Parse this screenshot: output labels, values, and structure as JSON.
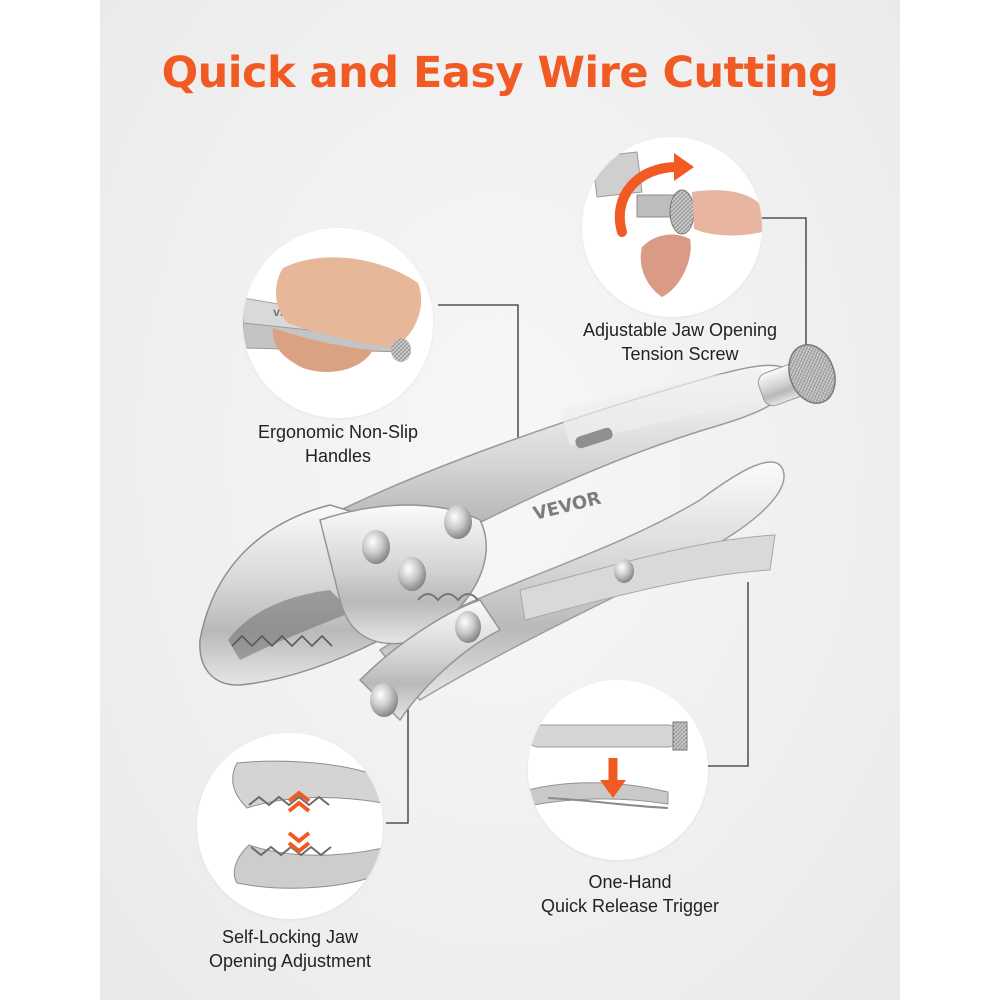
{
  "headline": "Quick and Easy Wire Cutting",
  "brand_mark": "VEVOR",
  "features": {
    "ergonomic_handles": {
      "line1": "Ergonomic Non-Slip",
      "line2": "Handles"
    },
    "tension_screw": {
      "line1": "Adjustable Jaw Opening",
      "line2": "Tension Screw"
    },
    "self_locking_jaw": {
      "line1": "Self-Locking Jaw",
      "line2": "Opening Adjustment"
    },
    "quick_release": {
      "line1": "One-Hand",
      "line2": "Quick Release Trigger"
    }
  },
  "colors": {
    "accent": "#f25a24",
    "text": "#222222",
    "leader_line": "#333333",
    "background": "#efefef"
  }
}
